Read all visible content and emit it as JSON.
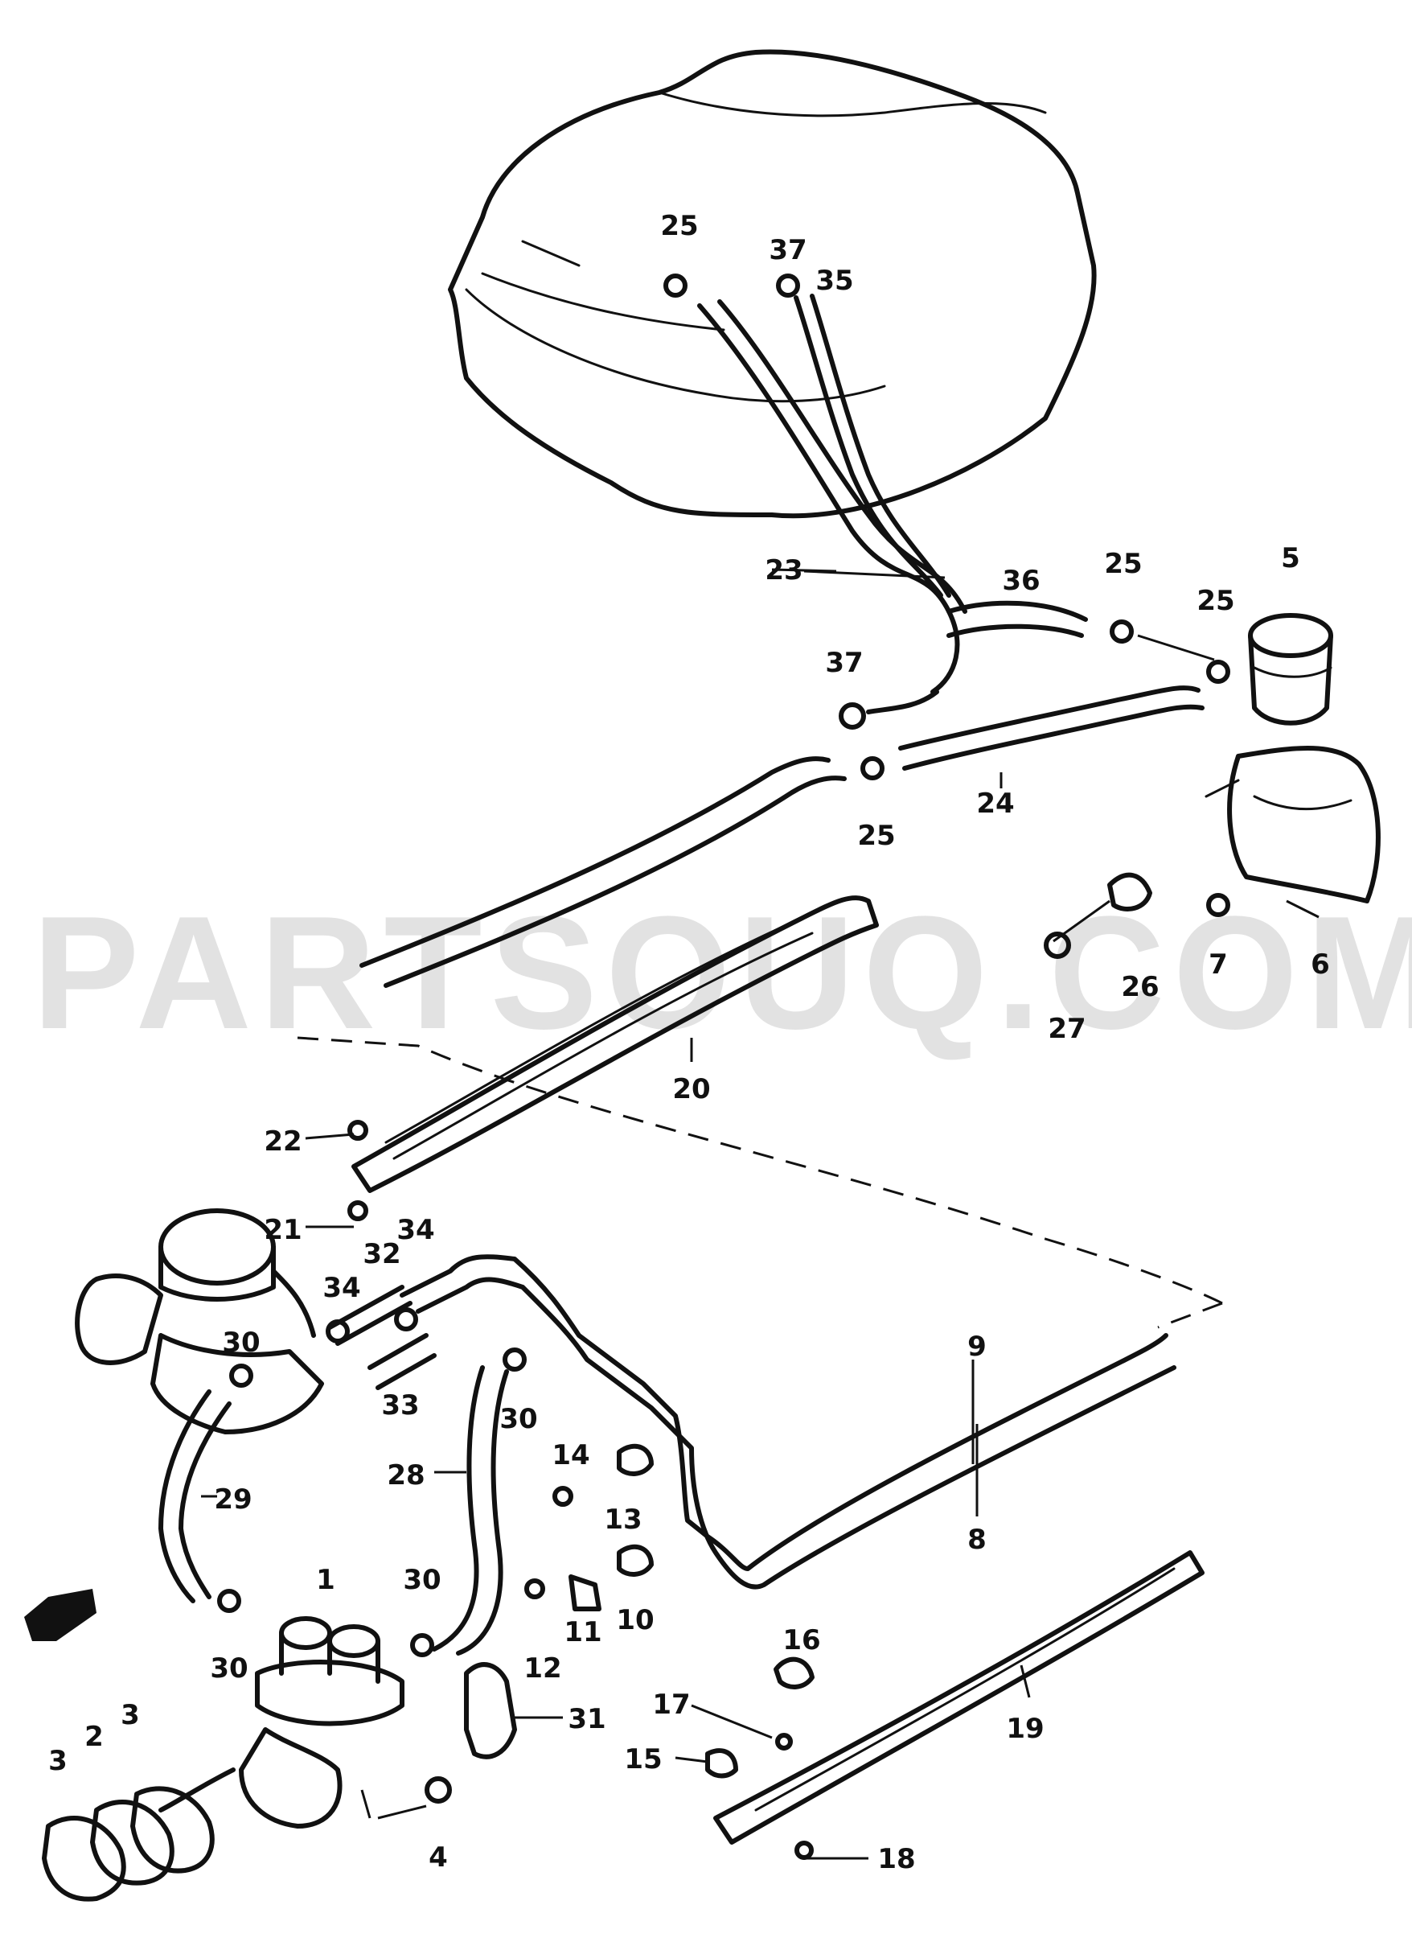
{
  "watermark": {
    "text": "PARTSOUQ.COM"
  },
  "callouts": [
    "1",
    "2",
    "3",
    "3",
    "4",
    "5",
    "6",
    "7",
    "8",
    "9",
    "10",
    "11",
    "12",
    "13",
    "14",
    "15",
    "16",
    "17",
    "18",
    "19",
    "20",
    "21",
    "22",
    "23",
    "24",
    "25",
    "25",
    "25",
    "25",
    "26",
    "27",
    "28",
    "29",
    "30",
    "30",
    "30",
    "30",
    "31",
    "32",
    "33",
    "34",
    "34",
    "35",
    "36",
    "37",
    "37"
  ],
  "colors": {
    "ink": "#111111",
    "watermark": "#cfcfcf",
    "background": "#ffffff"
  },
  "icons": {
    "front_arrow": "front-direction-arrow-icon"
  }
}
